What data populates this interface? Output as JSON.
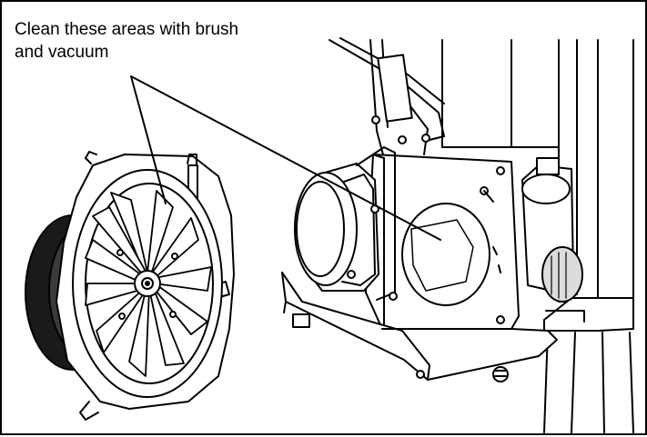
{
  "caption": {
    "text": "Clean these areas with brush\nand vacuum"
  },
  "colors": {
    "ink": "#000000",
    "paper": "#ffffff",
    "shade": "#dcdcdc",
    "dark": "#1a1a1a"
  },
  "illustration": {
    "subjects": [
      "combustion-blower-assembly",
      "blower-housing-and-firebox"
    ]
  }
}
